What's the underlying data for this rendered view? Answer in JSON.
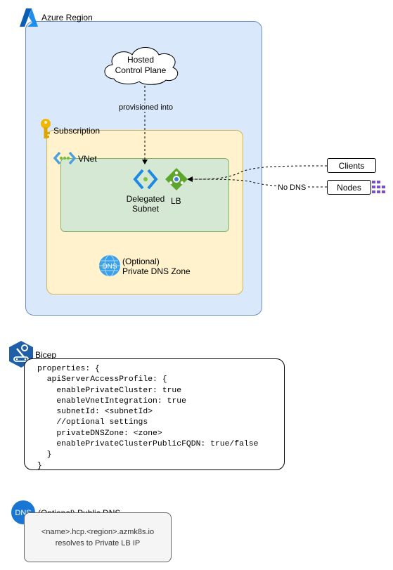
{
  "colors": {
    "region_fill": "#dae8fc",
    "region_border": "#6c8ebf",
    "subscription_fill": "#fff2cc",
    "subscription_border": "#d6b656",
    "vnet_fill": "#d5e8d4",
    "vnet_border": "#82b366"
  },
  "region": {
    "label": "Azure Region",
    "icon": "azure-logo-icon"
  },
  "cloud": {
    "line1": "Hosted",
    "line2": "Control Plane"
  },
  "provision_label": "provisioned into",
  "subscription": {
    "label": "Subscription",
    "icon": "key-icon"
  },
  "vnet": {
    "label": "VNet",
    "icon": "vnet-icon"
  },
  "delegated_subnet": {
    "line1": "Delegated",
    "line2": "Subnet",
    "icon": "subnet-icon"
  },
  "lb": {
    "label": "LB",
    "icon": "load-balancer-icon"
  },
  "private_dns": {
    "line1": "(Optional)",
    "line2": "Private DNS Zone",
    "icon": "dns-zone-icon"
  },
  "clients": {
    "label": "Clients"
  },
  "nodes": {
    "label": "Nodes",
    "icon": "nodes-icon"
  },
  "no_dns_label": "No DNS",
  "bicep": {
    "label": "Bicep",
    "icon": "bicep-tools-icon",
    "code_lines": [
      "properties: {",
      "  apiServerAccessProfile: {",
      "    enablePrivateCluster: true",
      "    enableVnetIntegration: true",
      "    subnetId: <subnetId>",
      "    //optional settings",
      "    privateDNSZone: <zone>",
      "    enablePrivateClusterPublicFQDN: true/false",
      "  }",
      "}"
    ]
  },
  "public_dns": {
    "label": "(Optional) Public DNS",
    "icon": "dns-icon",
    "icon_text": "DNS",
    "line1": "<name>.hcp.<region>.azmk8s.io",
    "line2": "resolves to Private LB IP"
  }
}
